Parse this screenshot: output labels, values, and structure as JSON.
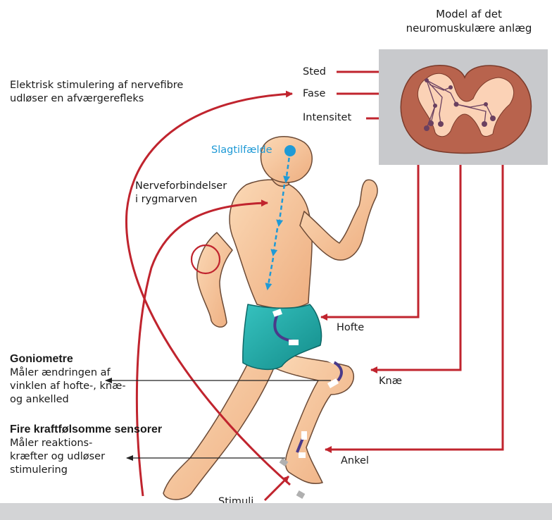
{
  "model_title_line1": "Model af det",
  "model_title_line2": "neuromuskulære anlæg",
  "params": {
    "location": "Sted",
    "phase": "Fase",
    "intensity": "Intensitet"
  },
  "electrical_line1": "Elektrisk stimulering af nervefibre",
  "electrical_line2": "udløser en afværgerefleks",
  "stroke": "Slagtilfælde",
  "nerve_line1": "Nerveforbindelser",
  "nerve_line2": "i rygmarven",
  "joints": {
    "hip": "Hofte",
    "knee": "Knæ",
    "ankle": "Ankel"
  },
  "goniometers": {
    "heading": "Goniometre",
    "line1": "Måler ændringen af",
    "line2": "vinklen af hofte-, knæ-",
    "line3": "og ankelled"
  },
  "force_sensors": {
    "heading": "Fire kraftfølsomme sensorer",
    "line1": "Måler reaktions-",
    "line2": "kræfter og udløser",
    "line3": "stimulering"
  },
  "stimuli": "Stimuli",
  "colors": {
    "arrow_red": "#c0242e",
    "spine_blue": "#1f9ad6",
    "skin": "#f7c79f",
    "shorts": "#1fa8a6",
    "cord": "#b8634d",
    "gray_panel": "#c8c9cc"
  }
}
